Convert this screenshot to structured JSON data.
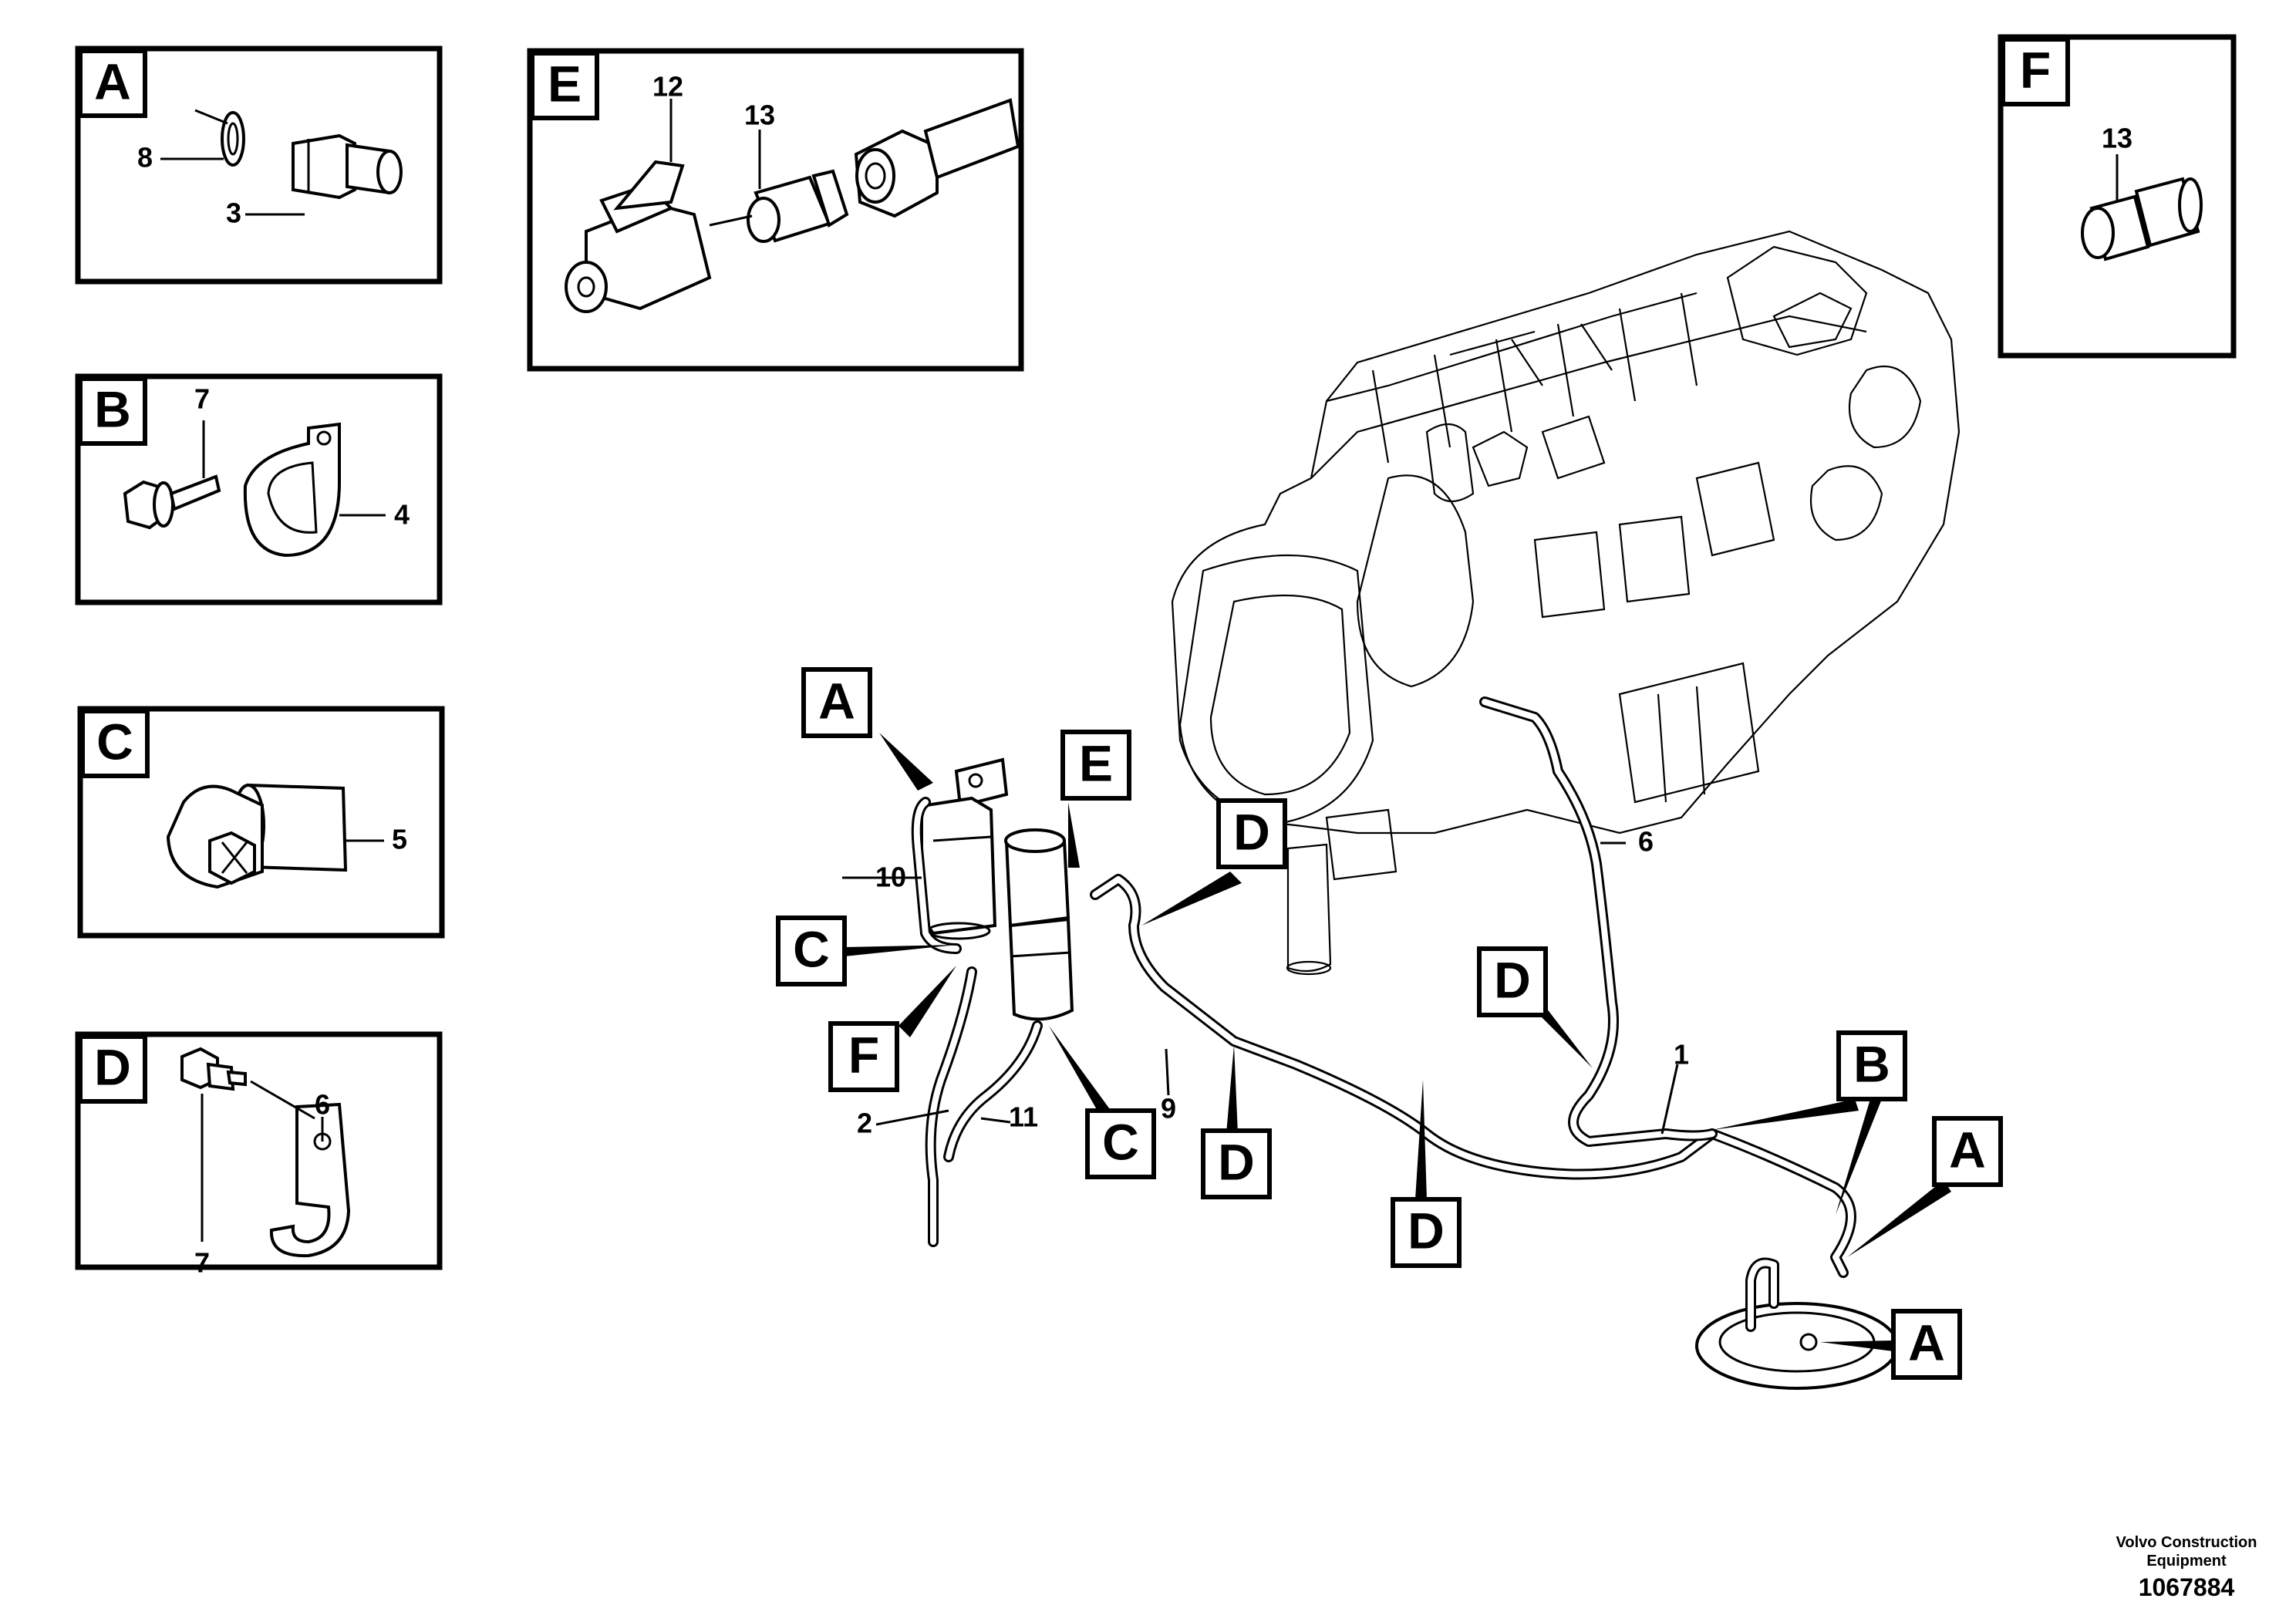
{
  "detail_panels": [
    {
      "letter": "A",
      "callouts": [
        "8",
        "3"
      ]
    },
    {
      "letter": "B",
      "callouts": [
        "7",
        "4"
      ]
    },
    {
      "letter": "C",
      "callouts": [
        "5"
      ]
    },
    {
      "letter": "D",
      "callouts": [
        "6",
        "7"
      ]
    },
    {
      "letter": "E",
      "callouts": [
        "12",
        "13"
      ]
    },
    {
      "letter": "F",
      "callouts": [
        "13"
      ]
    }
  ],
  "main_callouts": {
    "hose_1": "1",
    "hose_2": "2",
    "clamp_6": "6",
    "hose_9": "9",
    "hose_10": "10",
    "hose_11": "11"
  },
  "main_tags": [
    "A",
    "E",
    "C",
    "F",
    "C",
    "D",
    "D",
    "D",
    "D",
    "B",
    "A",
    "A"
  ],
  "credit": {
    "company_line1": "Volvo Construction",
    "company_line2": "Equipment",
    "drawing_number": "1067884"
  }
}
